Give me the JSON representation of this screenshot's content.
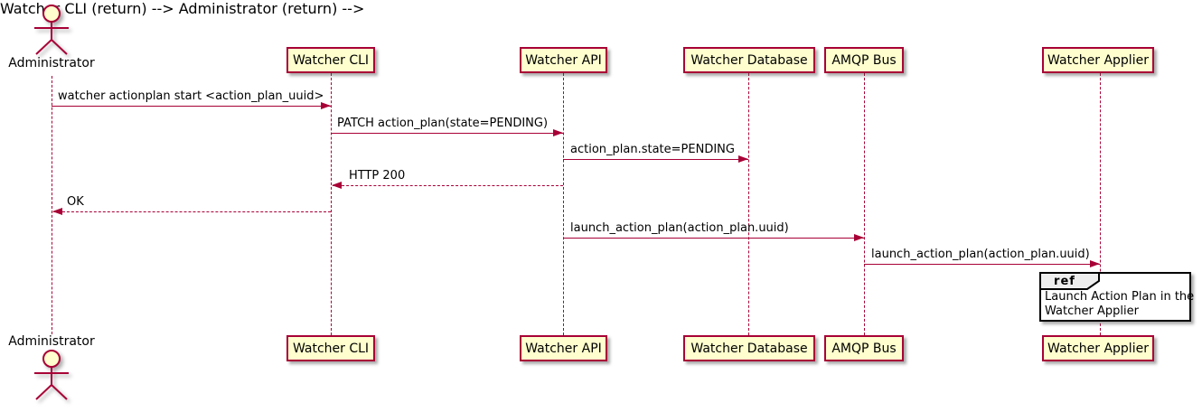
{
  "diagram": {
    "type": "uml-sequence-diagram",
    "actor": {
      "name": "Administrator"
    },
    "participants": [
      {
        "name": "Watcher CLI"
      },
      {
        "name": "Watcher API"
      },
      {
        "name": "Watcher Database"
      },
      {
        "name": "AMQP Bus"
      },
      {
        "name": "Watcher Applier"
      }
    ],
    "messages": [
      {
        "from": "Administrator",
        "to": "Watcher CLI",
        "label": "watcher actionplan start <action_plan_uuid>",
        "style": "solid"
      },
      {
        "from": "Watcher CLI",
        "to": "Watcher API",
        "label": "PATCH action_plan(state=PENDING)",
        "style": "solid"
      },
      {
        "from": "Watcher API",
        "to": "Watcher Database",
        "label": "action_plan.state=PENDING",
        "style": "solid"
      },
      {
        "from": "Watcher API",
        "to": "Watcher CLI",
        "label": "HTTP 200",
        "style": "dashed-return"
      },
      {
        "from": "Watcher CLI",
        "to": "Administrator",
        "label": "OK",
        "style": "dashed-return"
      },
      {
        "from": "Watcher API",
        "to": "AMQP Bus",
        "label": "launch_action_plan(action_plan.uuid)",
        "style": "solid"
      },
      {
        "from": "AMQP Bus",
        "to": "Watcher Applier",
        "label": "launch_action_plan(action_plan.uuid)",
        "style": "solid"
      }
    ],
    "ref": {
      "keyword": "ref",
      "over": "Watcher Applier",
      "line1": "Launch Action Plan in the",
      "line2": "Watcher Applier"
    },
    "colors": {
      "participant_fill": "#FEFECE",
      "participant_border": "#A80036",
      "line": "#A80036",
      "text": "#000000",
      "ref_border": "#000000",
      "ref_header_fill": "#EEEEEE",
      "background": "#FFFFFF"
    }
  }
}
